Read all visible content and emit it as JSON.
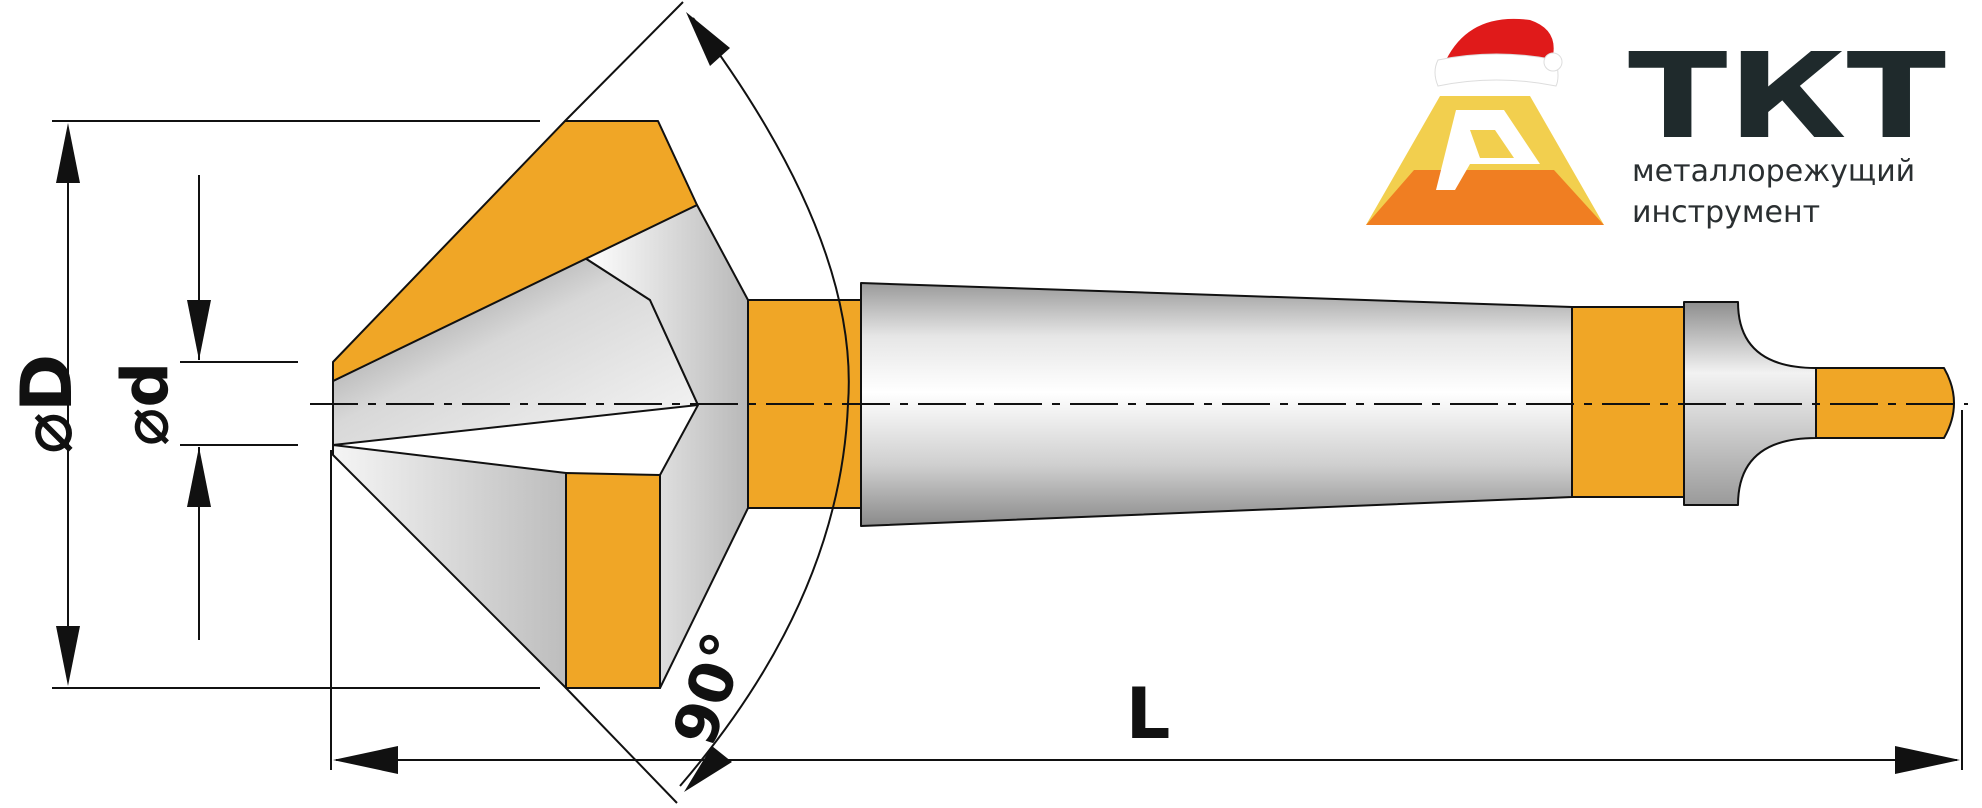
{
  "labels": {
    "diameter_large": "⌀D",
    "diameter_small": "⌀d",
    "angle": "90°",
    "length": "L"
  },
  "brand": {
    "name": "ТКТ",
    "tagline_line1": "металлорежущий",
    "tagline_line2": "инструмент"
  },
  "colors": {
    "accent_orange": "#F0A626",
    "steel_light": "#EEEEEE",
    "steel_dark": "#8E8E8E",
    "outline": "#111111",
    "logo_yellow": "#F2CF4E",
    "logo_orange": "#F07E22",
    "hat_red": "#E01A1A"
  }
}
